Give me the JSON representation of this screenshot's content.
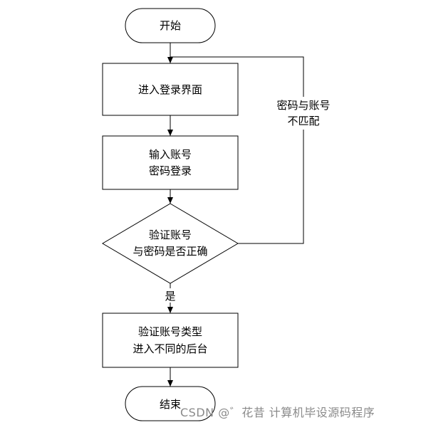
{
  "diagram": {
    "nodes": {
      "start": {
        "text": "开始"
      },
      "login_page": {
        "text": "进入登录界面"
      },
      "input": {
        "line1": "输入账号",
        "line2": "密码登录"
      },
      "verify": {
        "line1": "验证账号",
        "line2": "与密码是否正确"
      },
      "route": {
        "line1": "验证账号类型",
        "line2": "进入不同的后台"
      },
      "end": {
        "text": "结束"
      }
    },
    "edges": {
      "mismatch": {
        "line1": "密码与账号",
        "line2": "不匹配"
      },
      "yes": {
        "text": "是"
      }
    }
  },
  "watermark": {
    "text": "CSDN @゛花昔  计算机毕设源码程序"
  },
  "colors": {
    "stroke": "#000000",
    "text": "#000000",
    "watermark": "#8a8a8a"
  }
}
